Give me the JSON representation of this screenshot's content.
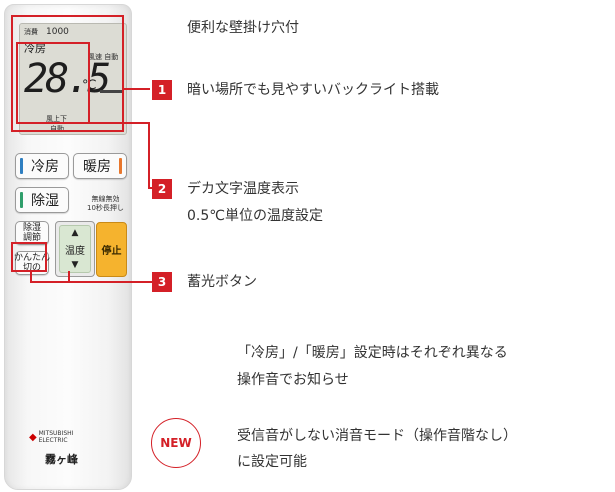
{
  "remote": {
    "lcd": {
      "top_left": "消費",
      "top_time": "1000",
      "mode": "冷房",
      "fan": "風速 自動",
      "temp": "28.5",
      "unit": "℃",
      "vane": "風上下",
      "vane_auto": "自動"
    },
    "buttons": {
      "cool": "冷房",
      "heat": "暖房",
      "dry": "除湿",
      "dehum_adjust": "除湿\n調節",
      "easy_off": "かんたん\n切の",
      "temp_label": "温度",
      "stop": "停止",
      "silent_label": "無線無効\n10秒長押し"
    },
    "logo": "MITSUBISHI\nELECTRIC",
    "brand": "霧ヶ峰"
  },
  "callouts": {
    "wall_hook": "便利な壁掛け穴付",
    "item1": {
      "num": "1",
      "text": "暗い場所でも見やすいバックライト搭載"
    },
    "item2": {
      "num": "2",
      "line1": "デカ文字温度表示",
      "line2": "0.5℃単位の温度設定"
    },
    "item3": {
      "num": "3",
      "text": "蓄光ボタン"
    },
    "sound_line1": "「冷房」/「暖房」設定時はそれぞれ異なる",
    "sound_line2": "操作音でお知らせ",
    "new_badge": "NEW",
    "mute_line1": "受信音がしない消音モード（操作音階なし）",
    "mute_line2": "に設定可能"
  },
  "colors": {
    "accent": "#d42027",
    "stop_button": "#f5b32e",
    "cool_bar": "#2f7fc1",
    "heat_bar": "#e8772d",
    "dry_bar": "#2f9e6b"
  }
}
